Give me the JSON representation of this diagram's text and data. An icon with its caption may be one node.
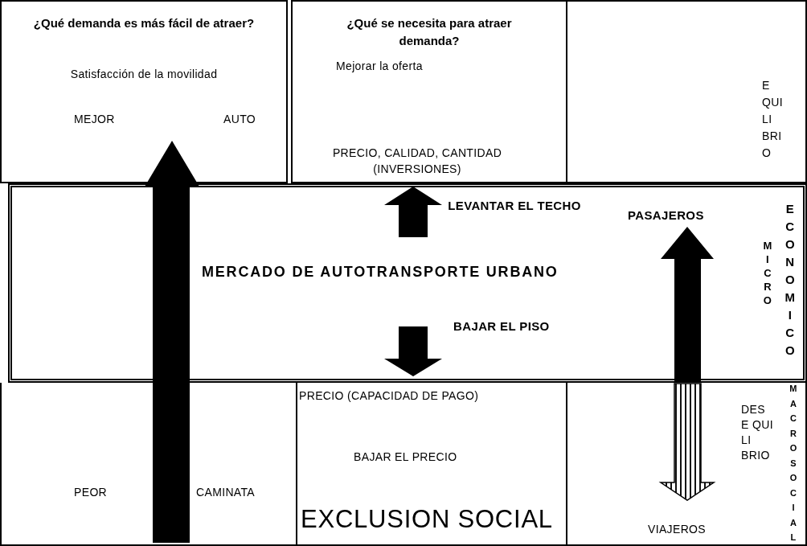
{
  "diagram": {
    "nodes": [
      {
        "text": [
          "¿Qué demanda es más fácil de atraer?",
          "Satisfacción de la movilidad",
          "MEJOR",
          "AUTO"
        ]
      },
      {
        "text": [
          "¿Qué se necesita para atraer demanda?",
          "Mejorar la oferta",
          "PRECIO, CALIDAD, CANTIDAD (INVERSIONES)"
        ]
      },
      {
        "text": [
          "E QUI LI BRI O"
        ]
      },
      {
        "text": [
          "LEVANTAR EL TECHO",
          "PASAJEROS",
          "MERCADO DE AUTOTRANSPORTE URBANO",
          "BAJAR EL PISO",
          "MICRO",
          "ECONOMICO"
        ]
      },
      {
        "text": [
          "PEOR",
          "CAMINATA"
        ]
      },
      {
        "text": [
          "PRECIO (CAPACIDAD DE PAGO)",
          "BAJAR EL PRECIO"
        ]
      },
      {
        "text": [
          "DES E QUI LI BRIO",
          "VIAJEROS",
          "MACROSOCIAL"
        ]
      }
    ],
    "labels": [
      "EXCLUSION SOCIAL"
    ]
  }
}
